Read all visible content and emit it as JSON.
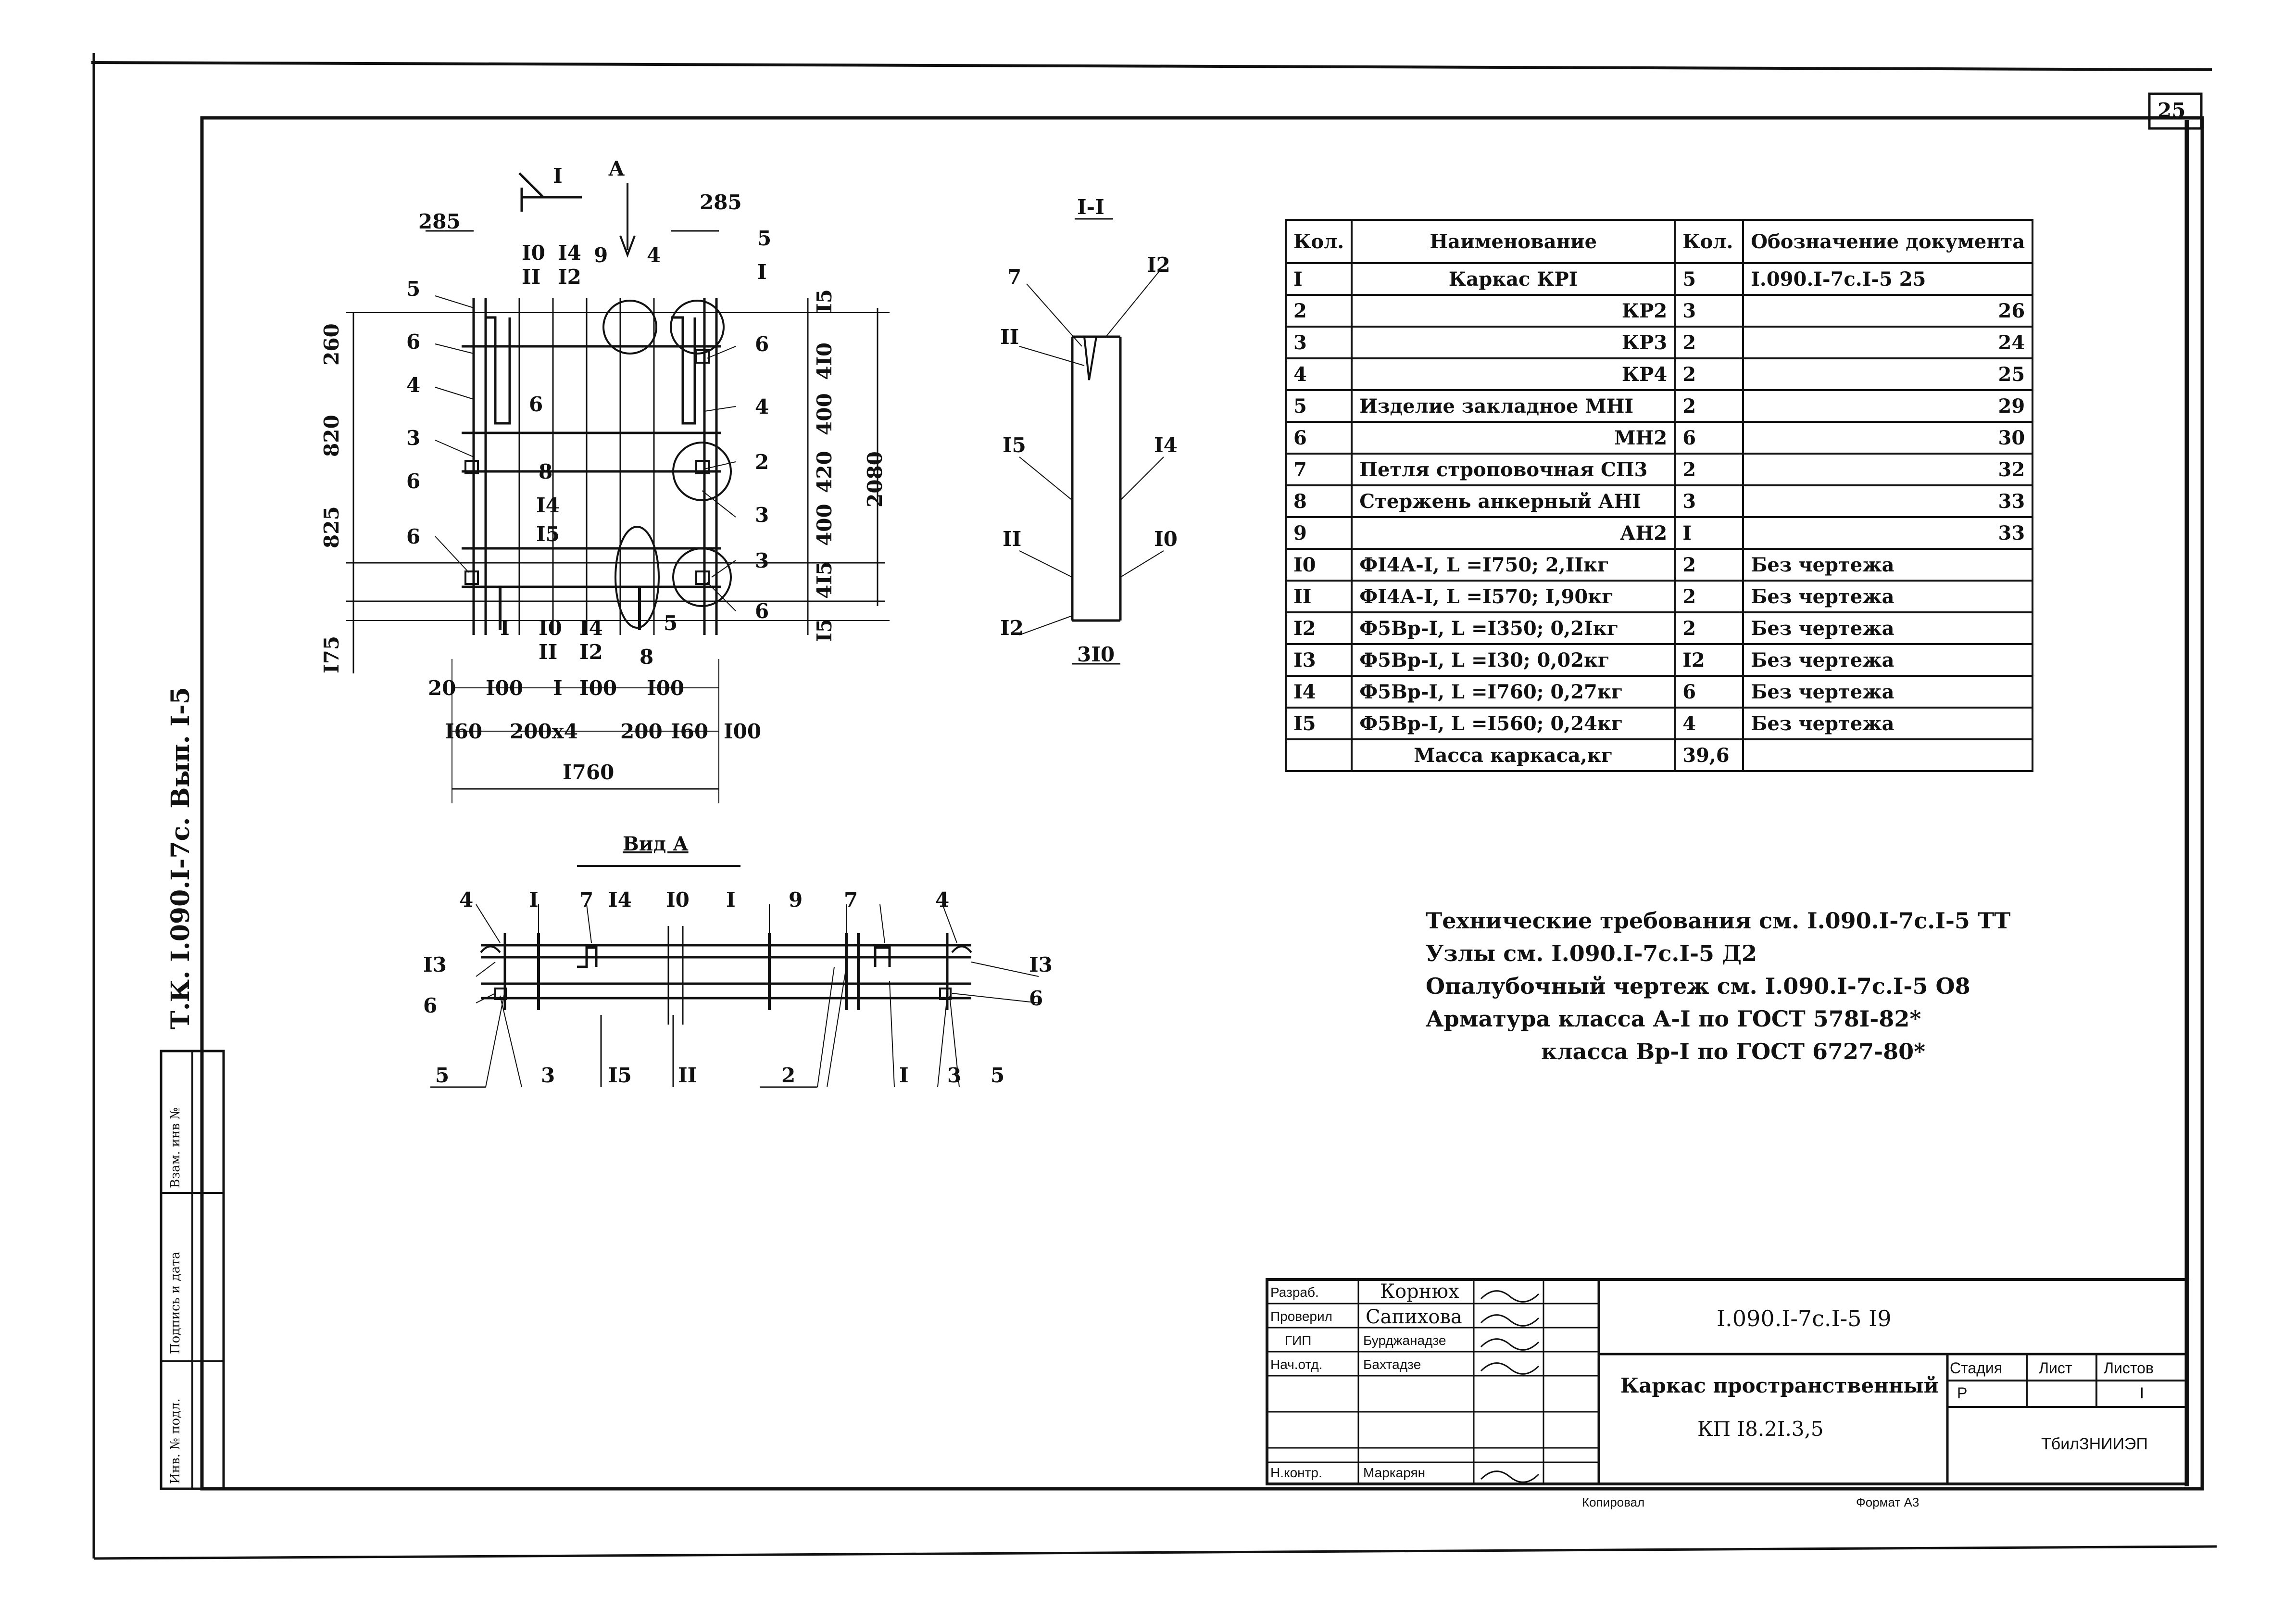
{
  "sheet_number": "25",
  "side_code": "Т.К. I.090.I-7с. Вып. I-5",
  "plan": {
    "section_marker": "I",
    "view_marker": "А",
    "top_dims": [
      "285",
      "285"
    ],
    "top_callouts": [
      "I0",
      "II",
      "I4",
      "I2",
      "9",
      "4",
      "5",
      "I"
    ],
    "left_dims": [
      "260",
      "820",
      "825",
      "I75"
    ],
    "right_dims": [
      "I5",
      "4I0",
      "400",
      "420",
      "400",
      "4I5",
      "I5"
    ],
    "overall_height": "2080",
    "left_callouts": [
      "5",
      "6",
      "4",
      "3",
      "6",
      "6"
    ],
    "right_callouts": [
      "6",
      "4",
      "2",
      "3",
      "3",
      "6"
    ],
    "inner_callouts": [
      "6",
      "8",
      "I4",
      "I5",
      "5",
      "8"
    ],
    "bottom_callouts": [
      "I",
      "I0",
      "II",
      "I4",
      "I2"
    ],
    "bottom_dims_row1": [
      "20",
      "I00",
      "I",
      "I00",
      "I00"
    ],
    "bottom_dims_row2": [
      "I60",
      "200х4",
      "200",
      "I60",
      "I00"
    ],
    "overall_width": "I760"
  },
  "section": {
    "title": "I-I",
    "callouts": [
      "7",
      "I2",
      "II",
      "I5",
      "I4",
      "II",
      "I0",
      "I2"
    ],
    "width": "3I0"
  },
  "view_a": {
    "title": "Вид А",
    "top_callouts": [
      "4",
      "I",
      "7",
      "I4",
      "I0",
      "I",
      "9",
      "7",
      "4"
    ],
    "side_callouts": [
      "I3",
      "6",
      "I3",
      "6"
    ],
    "bottom_callouts": [
      "5",
      "3",
      "I5",
      "II",
      "2",
      "I",
      "3",
      "5"
    ]
  },
  "spec": {
    "headers": [
      "Кол.",
      "Наименование",
      "Кол.",
      "Обозначение документа"
    ],
    "rows": [
      [
        "I",
        "Каркас  КРI",
        "5",
        "I.090.I-7с.I-5 25"
      ],
      [
        "2",
        "КР2",
        "3",
        "26"
      ],
      [
        "3",
        "КР3",
        "2",
        "24"
      ],
      [
        "4",
        "КР4",
        "2",
        "25"
      ],
      [
        "5",
        "Изделие закладное  МНI",
        "2",
        "29"
      ],
      [
        "6",
        "МН2",
        "6",
        "30"
      ],
      [
        "7",
        "Петля строповочная  СП3",
        "2",
        "32"
      ],
      [
        "8",
        "Стержень анкерный  АНI",
        "3",
        "33"
      ],
      [
        "9",
        "АН2",
        "I",
        "33"
      ],
      [
        "I0",
        "ФI4А-I, L =I750; 2,IIкг",
        "2",
        "Без чертежа"
      ],
      [
        "II",
        "ФI4А-I, L =I570; I,90кг",
        "2",
        "Без чертежа"
      ],
      [
        "I2",
        "Ф5Вр-I, L =I350; 0,2Iкг",
        "2",
        "Без чертежа"
      ],
      [
        "I3",
        "Ф5Вр-I, L =I30; 0,02кг",
        "I2",
        "Без чертежа"
      ],
      [
        "I4",
        "Ф5Вр-I, L =I760; 0,27кг",
        "6",
        "Без чертежа"
      ],
      [
        "I5",
        "Ф5Вр-I, L =I560; 0,24кг",
        "4",
        "Без чертежа"
      ]
    ],
    "total_label": "Масса каркаса,кг",
    "total_value": "39,6"
  },
  "notes": [
    "Технические требования см.  I.090.I-7с.I-5 ТТ",
    "Узлы  см.  I.090.I-7с.I-5 Д2",
    "Опалубочный чертеж см. I.090.I-7с.I-5 О8",
    "Арматура класса А-I по ГОСТ 578I-82*",
    "класса Вр-I по ГОСТ 6727-80*"
  ],
  "left_strip": [
    "Инв. № подл.",
    "Подпись и дата",
    "Взам. инв №"
  ],
  "title_block": {
    "roles": [
      {
        "role": "Разраб.",
        "name": "Корнюх"
      },
      {
        "role": "Проверил",
        "name": "Сапихова"
      },
      {
        "role": "ГИП",
        "name": "Бурджанадзе"
      },
      {
        "role": "Нач.отд.",
        "name": "Бахтадзе"
      },
      {
        "role": "",
        "name": ""
      },
      {
        "role": "",
        "name": ""
      },
      {
        "role": "Н.контр.",
        "name": "Маркарян"
      }
    ],
    "doc_code": "I.090.I-7с.I-5 I9",
    "title_line1": "Каркас пространственный",
    "title_line2": "КП I8.2I.3,5",
    "stage_label": "Стадия",
    "sheet_label": "Лист",
    "sheets_label": "Листов",
    "stage": "Р",
    "sheets": "I",
    "org": "ТбилЗНИИЭП",
    "copied": "Копировал",
    "format": "Формат А3"
  },
  "colors": {
    "ink": "#111111",
    "paper": "#ffffff"
  }
}
